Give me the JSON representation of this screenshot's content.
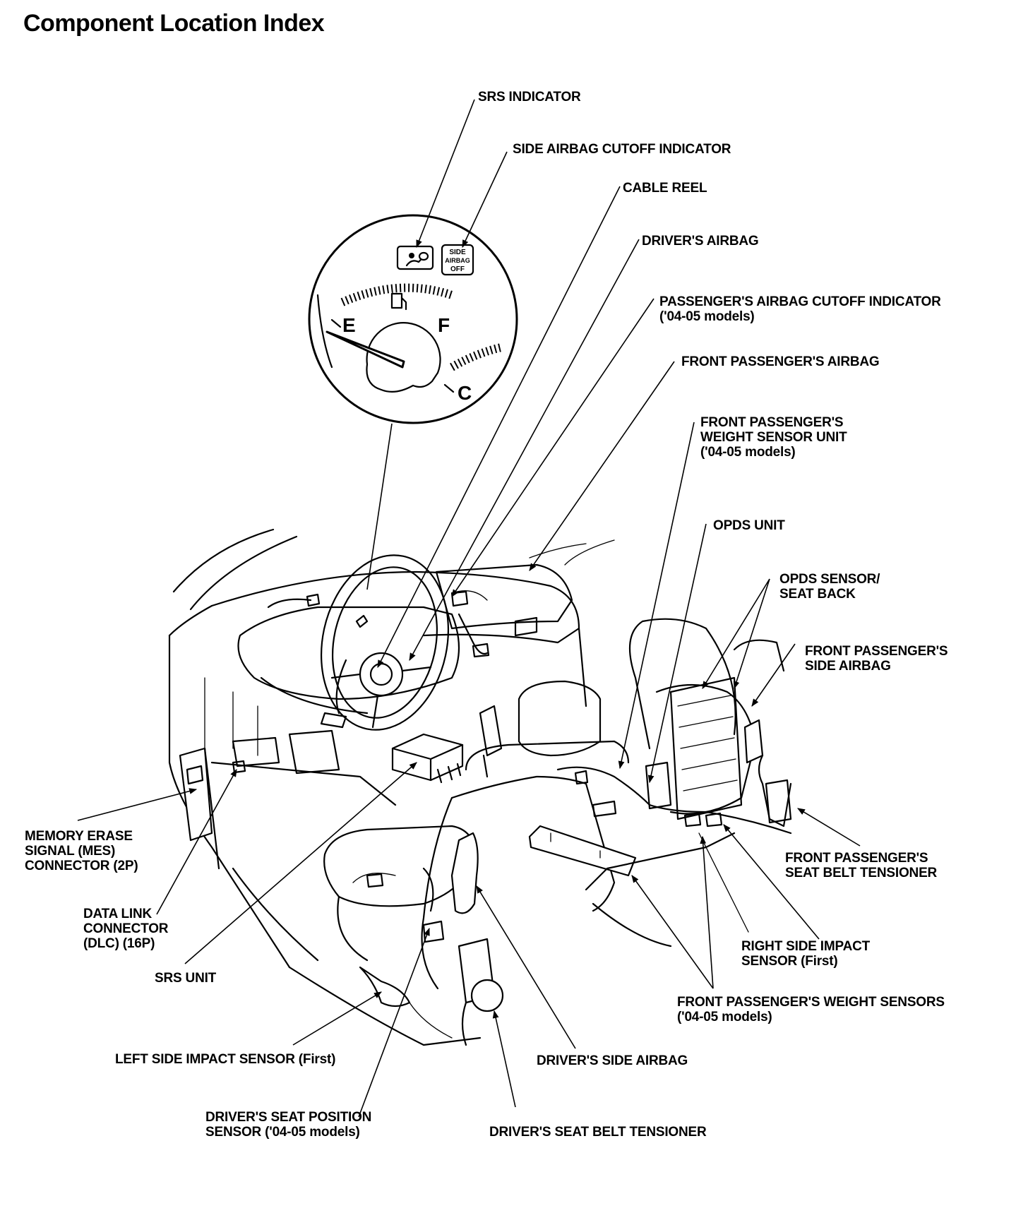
{
  "title": "Component Location Index",
  "gauge": {
    "empty": "E",
    "full": "F",
    "cold": "C",
    "icon_text": [
      "SIDE",
      "AIRBAG",
      "OFF"
    ]
  },
  "labels": {
    "srs_indicator": "SRS INDICATOR",
    "side_airbag_cutoff_indicator": "SIDE AIRBAG CUTOFF INDICATOR",
    "cable_reel": "CABLE REEL",
    "drivers_airbag": "DRIVER'S AIRBAG",
    "passengers_airbag_cutoff_indicator": [
      "PASSENGER'S AIRBAG CUTOFF INDICATOR",
      "('04-05 models)"
    ],
    "front_passengers_airbag": "FRONT PASSENGER'S AIRBAG",
    "front_passengers_weight_sensor_unit": [
      "FRONT PASSENGER'S",
      "WEIGHT SENSOR UNIT",
      "('04-05 models)"
    ],
    "opds_unit": "OPDS UNIT",
    "opds_sensor_seat_back": [
      "OPDS SENSOR/",
      "SEAT BACK"
    ],
    "front_passengers_side_airbag": [
      "FRONT PASSENGER'S",
      "SIDE AIRBAG"
    ],
    "memory_erase_signal": [
      "MEMORY ERASE",
      "SIGNAL (MES)",
      "CONNECTOR (2P)"
    ],
    "data_link_connector": [
      "DATA LINK",
      "CONNECTOR",
      "(DLC) (16P)"
    ],
    "srs_unit": "SRS UNIT",
    "front_passengers_seat_belt_tensioner": [
      "FRONT PASSENGER'S",
      "SEAT BELT TENSIONER"
    ],
    "right_side_impact_sensor": [
      "RIGHT SIDE IMPACT",
      "SENSOR (First)"
    ],
    "front_passengers_weight_sensors": [
      "FRONT PASSENGER'S WEIGHT SENSORS",
      "('04-05 models)"
    ],
    "left_side_impact_sensor": "LEFT SIDE IMPACT SENSOR (First)",
    "drivers_side_airbag": "DRIVER'S SIDE AIRBAG",
    "drivers_seat_position_sensor": [
      "DRIVER'S SEAT POSITION",
      "SENSOR ('04-05 models)"
    ],
    "drivers_seat_belt_tensioner": "DRIVER'S SEAT BELT TENSIONER"
  }
}
